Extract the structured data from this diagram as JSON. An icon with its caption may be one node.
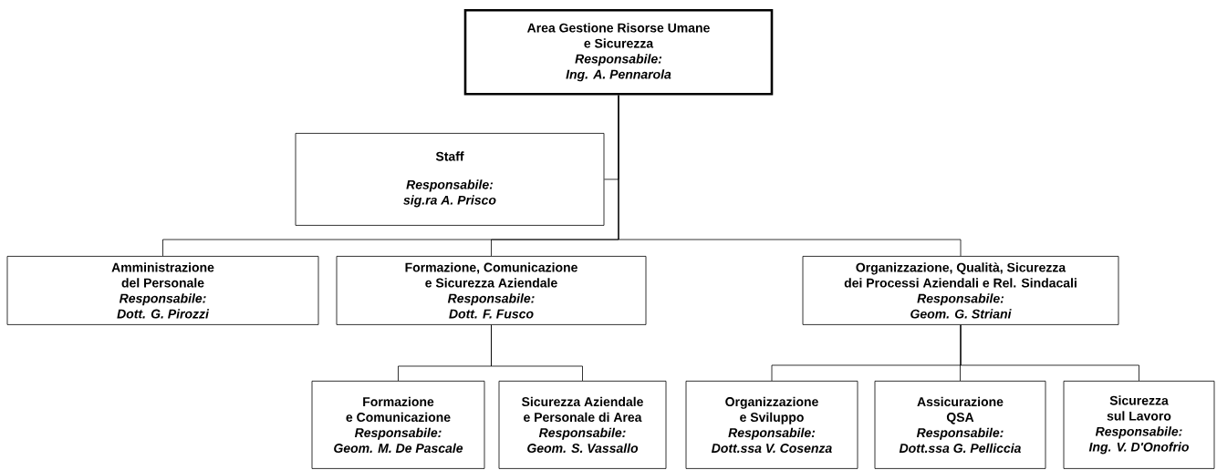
{
  "diagram": {
    "nodes": [
      {
        "text": [
          "Area Gestione Risorse Umane e Sicurezza",
          "Responsabile:",
          "Ing. A. Pennarola"
        ]
      },
      {
        "text": [
          "Staff",
          "Responsabile:",
          "sig.ra A. Prisco"
        ]
      },
      {
        "text": [
          "Amministrazione del Personale",
          "Responsabile:",
          "Dott. G. Pirozzi"
        ]
      },
      {
        "text": [
          "Formazione, Comunicazione e Sicurezza Aziendale",
          "Responsabile:",
          "Dott. F. Fusco"
        ]
      },
      {
        "text": [
          "Organizzazione, Qualità, Sicurezza dei Processi Aziendali e Rel. Sindacali",
          "Responsabile:",
          "Geom. G. Striani"
        ]
      },
      {
        "text": [
          "Formazione e Comunicazione",
          "Responsabile:",
          "Geom. M. De Pascale"
        ]
      },
      {
        "text": [
          "Sicurezza Aziendale e Personale di Area",
          "Responsabile:",
          "Geom. S. Vassallo"
        ]
      },
      {
        "text": [
          "Organizzazione e Sviluppo",
          "Responsabile:",
          "Dott.ssa V. Cosenza"
        ]
      },
      {
        "text": [
          "Assicurazione QSA",
          "Responsabile:",
          "Dott.ssa G. Pelliccia"
        ]
      },
      {
        "text": [
          "Sicurezza sul Lavoro",
          "Responsabile:",
          "Ing. V. D'Onofrio"
        ]
      }
    ],
    "edges": [
      {
        "from": 0,
        "to": 1,
        "arrow": "none"
      },
      {
        "from": 0,
        "to": 2,
        "arrow": "none"
      },
      {
        "from": 0,
        "to": 3,
        "arrow": "none"
      },
      {
        "from": 0,
        "to": 4,
        "arrow": "none"
      },
      {
        "from": 3,
        "to": 5,
        "arrow": "none"
      },
      {
        "from": 3,
        "to": 6,
        "arrow": "none"
      },
      {
        "from": 4,
        "to": 7,
        "arrow": "none"
      },
      {
        "from": 4,
        "to": 8,
        "arrow": "none"
      },
      {
        "from": 4,
        "to": 9,
        "arrow": "none"
      }
    ]
  }
}
